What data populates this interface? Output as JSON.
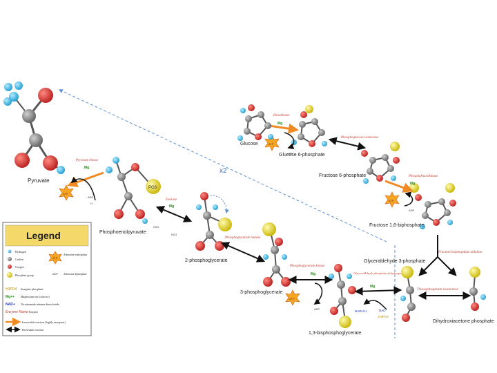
{
  "colors": {
    "oxygen": "#d32f2f",
    "carbon": "#8c8c8c",
    "hydrogen": "#4fc3e8",
    "phosphate": "#f2e230",
    "enzyme": "#c0392b",
    "magnesium": "#2e8b22",
    "nad": "#2233aa",
    "irreversible": "#f08a24",
    "reversible": "#111111",
    "dashed": "#5b8fd6",
    "legend_bg": "#f5d86a"
  },
  "molecules": {
    "pyruvate": "Pyruvate",
    "phosphoenolpyruvate": "Phosphoenolpyruvate",
    "two_pg": "2-phosphoglycerate",
    "three_pg": "3-phosphoglycerate",
    "bpg": "1,3-bisphosphoglycerate",
    "g3p": "Glyceraldehyde 3-phosphate",
    "dhap": "Dihydroxiacetone phosphate",
    "f16bp": "Fructose 1,6-biphosphate",
    "f6p": "Fructose 6-phosphate",
    "g6p": "Glucose 6-phosphate",
    "glucose": "Glucose"
  },
  "enzymes": {
    "pyruvate_kinase": "Pyruvate kinase",
    "enolase": "Enolase",
    "phosphoglycerate_mutase": "Phosphoglycerate mutase",
    "phosphoglycerate_kinase": "Phosphoglycerate kinase",
    "g3p_dehydrogenase": "Glyceraldehyde phosphate dehydrogenase",
    "triosephosphate_isomerase": "Triosephosphate isomerase",
    "fructose_bisphosphate_aldolase": "Fructose bisphosphate aldolase",
    "phosphofructokinase": "Phosphofructokinase",
    "phosphoglucose_isomerase": "Phosphoglucose isomerase",
    "hexokinase": "Hexokinase"
  },
  "annotations": {
    "x2": "x2",
    "mg": "Mg",
    "mg_sup": "++",
    "atp": "ATP",
    "adp": "ADP",
    "h_plus": "H",
    "h2o": "H2O",
    "nadh": "NADH,H",
    "nad": "NAD",
    "pi": "H3PO4",
    "po3": "PO3"
  },
  "legend": {
    "title": "Legend",
    "items": [
      {
        "label": "Hydrogen"
      },
      {
        "label": "Carbon"
      },
      {
        "label": "Oxygen"
      },
      {
        "label": "Phosphate group"
      },
      {
        "label": "Inorganic phosphate"
      },
      {
        "label": "Magnesium ion (cofactor)"
      },
      {
        "label": "Nicotinamide adenine dinucleotide"
      },
      {
        "label": "Enzyme"
      },
      {
        "label": "Irreversible reaction (highly exergonic)"
      },
      {
        "label": "Reversible reaction"
      }
    ],
    "atp_label": "Adenosine triphosphate",
    "adp_label": "Adenosine diphosphate",
    "pi_symbol": "H3PO4",
    "mg_symbol": "Mg++",
    "nad_symbol": "NAD+",
    "enzyme_symbol": "Enzyme Name"
  }
}
